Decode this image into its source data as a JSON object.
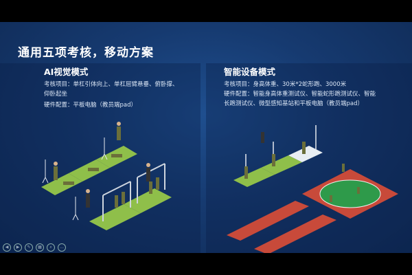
{
  "slide": {
    "title": "通用五项考核，移动方案",
    "left": {
      "heading": "AI视觉模式",
      "line1": "考核项目：单杠引体向上、单杠屈臂悬垂、俯卧撑、",
      "line2": "仰卧起坐",
      "line3": "硬件配置：平板电脑（教员端pad）"
    },
    "right": {
      "heading": "智能设备模式",
      "line1": "考核项目：身高体重、30米*2蛇形跑、3000米",
      "line2": "硬件配置：智能身高体重测试仪、智能蛇形跑测试仪、智能",
      "line3": "长跑测试仪、微型感知基站和平板电脑（教员端pad）"
    }
  },
  "controls": {
    "prev": "◀",
    "next": "▶",
    "pen": "✎",
    "grid": "▦",
    "zoom": "⌕",
    "more": "…"
  },
  "colors": {
    "bg": "#163a70",
    "grass": "#8fbf4a",
    "track": "#c84a3a",
    "field": "#2e9a4a"
  }
}
